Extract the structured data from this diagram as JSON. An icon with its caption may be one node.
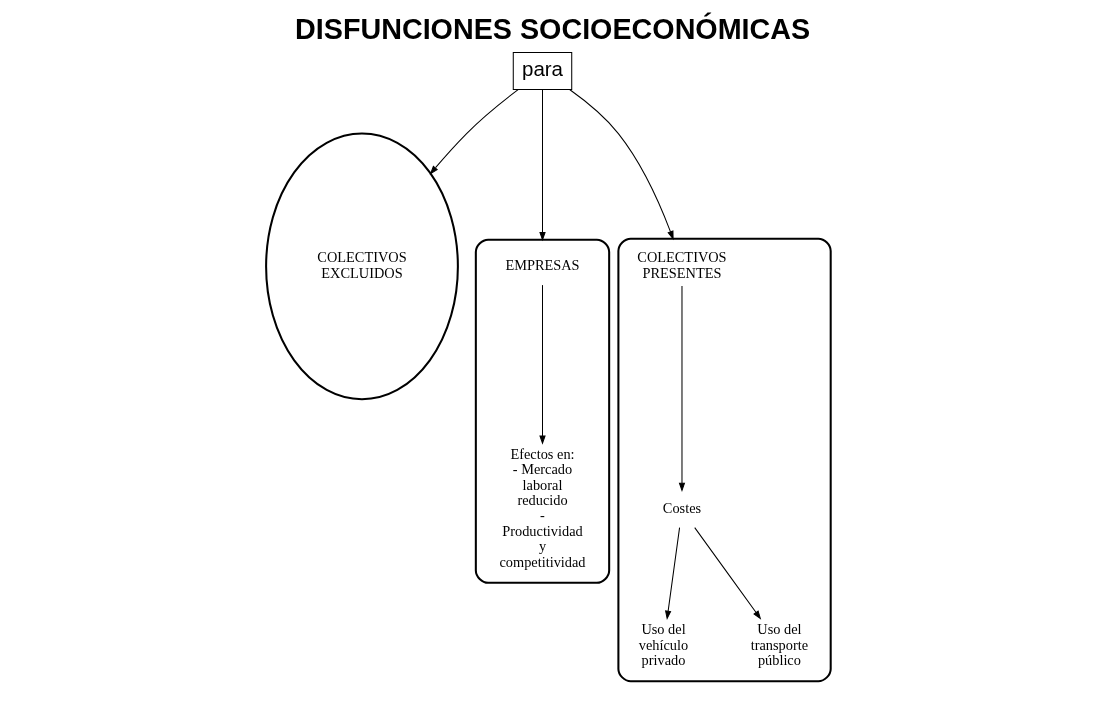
{
  "diagram": {
    "title": "DISFUNCIONES SOCIOECONÓMICAS",
    "nodes": [
      {
        "text": [
          "para"
        ]
      },
      {
        "text": [
          "COLECTIVOS EXCLUIDOS"
        ]
      },
      {
        "text": [],
        "shape": "ellipse"
      },
      {
        "text": [
          "EMPRESAS"
        ],
        "in": 2
      },
      {
        "text": [
          "Efectos en:",
          "- Mercado laboral reducido",
          "- Productividad y competitividad"
        ],
        "in": 2
      },
      {
        "text": [],
        "shape": "ellipse"
      },
      {
        "text": [
          "COLECTIVOS PRESENTES"
        ],
        "in": 5
      },
      {
        "text": [
          "Costes"
        ],
        "in": 5
      },
      {
        "text": [
          "Uso del vehículo privado"
        ],
        "in": 5
      },
      {
        "text": [
          "Uso del transporte público"
        ],
        "in": 5
      }
    ],
    "edges": [
      {
        "from": 0,
        "to": 1,
        "arrow": "to"
      },
      {
        "from": 0,
        "to": 2,
        "arrow": "to"
      },
      {
        "from": 0,
        "to": 5,
        "arrow": "to"
      },
      {
        "from": 3,
        "to": 4,
        "arrow": "to"
      },
      {
        "from": 6,
        "to": 7,
        "arrow": "to"
      },
      {
        "from": 7,
        "to": 8,
        "arrow": "to"
      },
      {
        "from": 7,
        "to": 9,
        "arrow": "to"
      }
    ]
  }
}
